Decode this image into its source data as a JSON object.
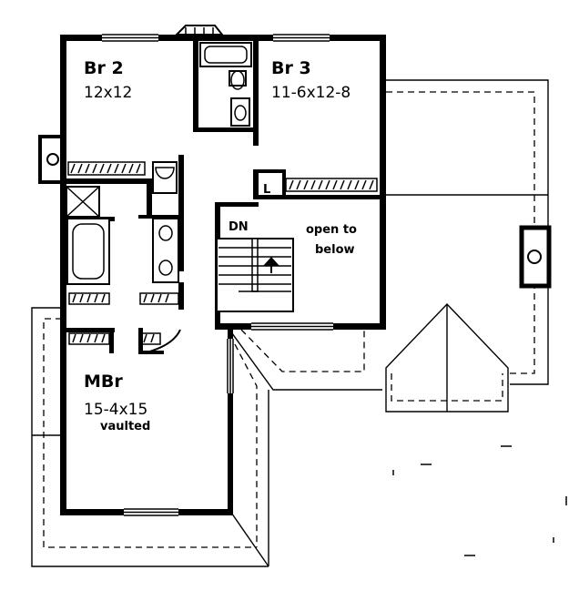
{
  "rooms": {
    "br2": {
      "name": "Br 2",
      "size": "12x12"
    },
    "br3": {
      "name": "Br 3",
      "size": "11-6x12-8"
    },
    "mbr": {
      "name": "MBr",
      "size": "15-4x15",
      "note": "vaulted"
    }
  },
  "stair": {
    "direction": "DN"
  },
  "open_area": {
    "line1": "open to",
    "line2": "below"
  },
  "closet": {
    "mark": "L"
  }
}
